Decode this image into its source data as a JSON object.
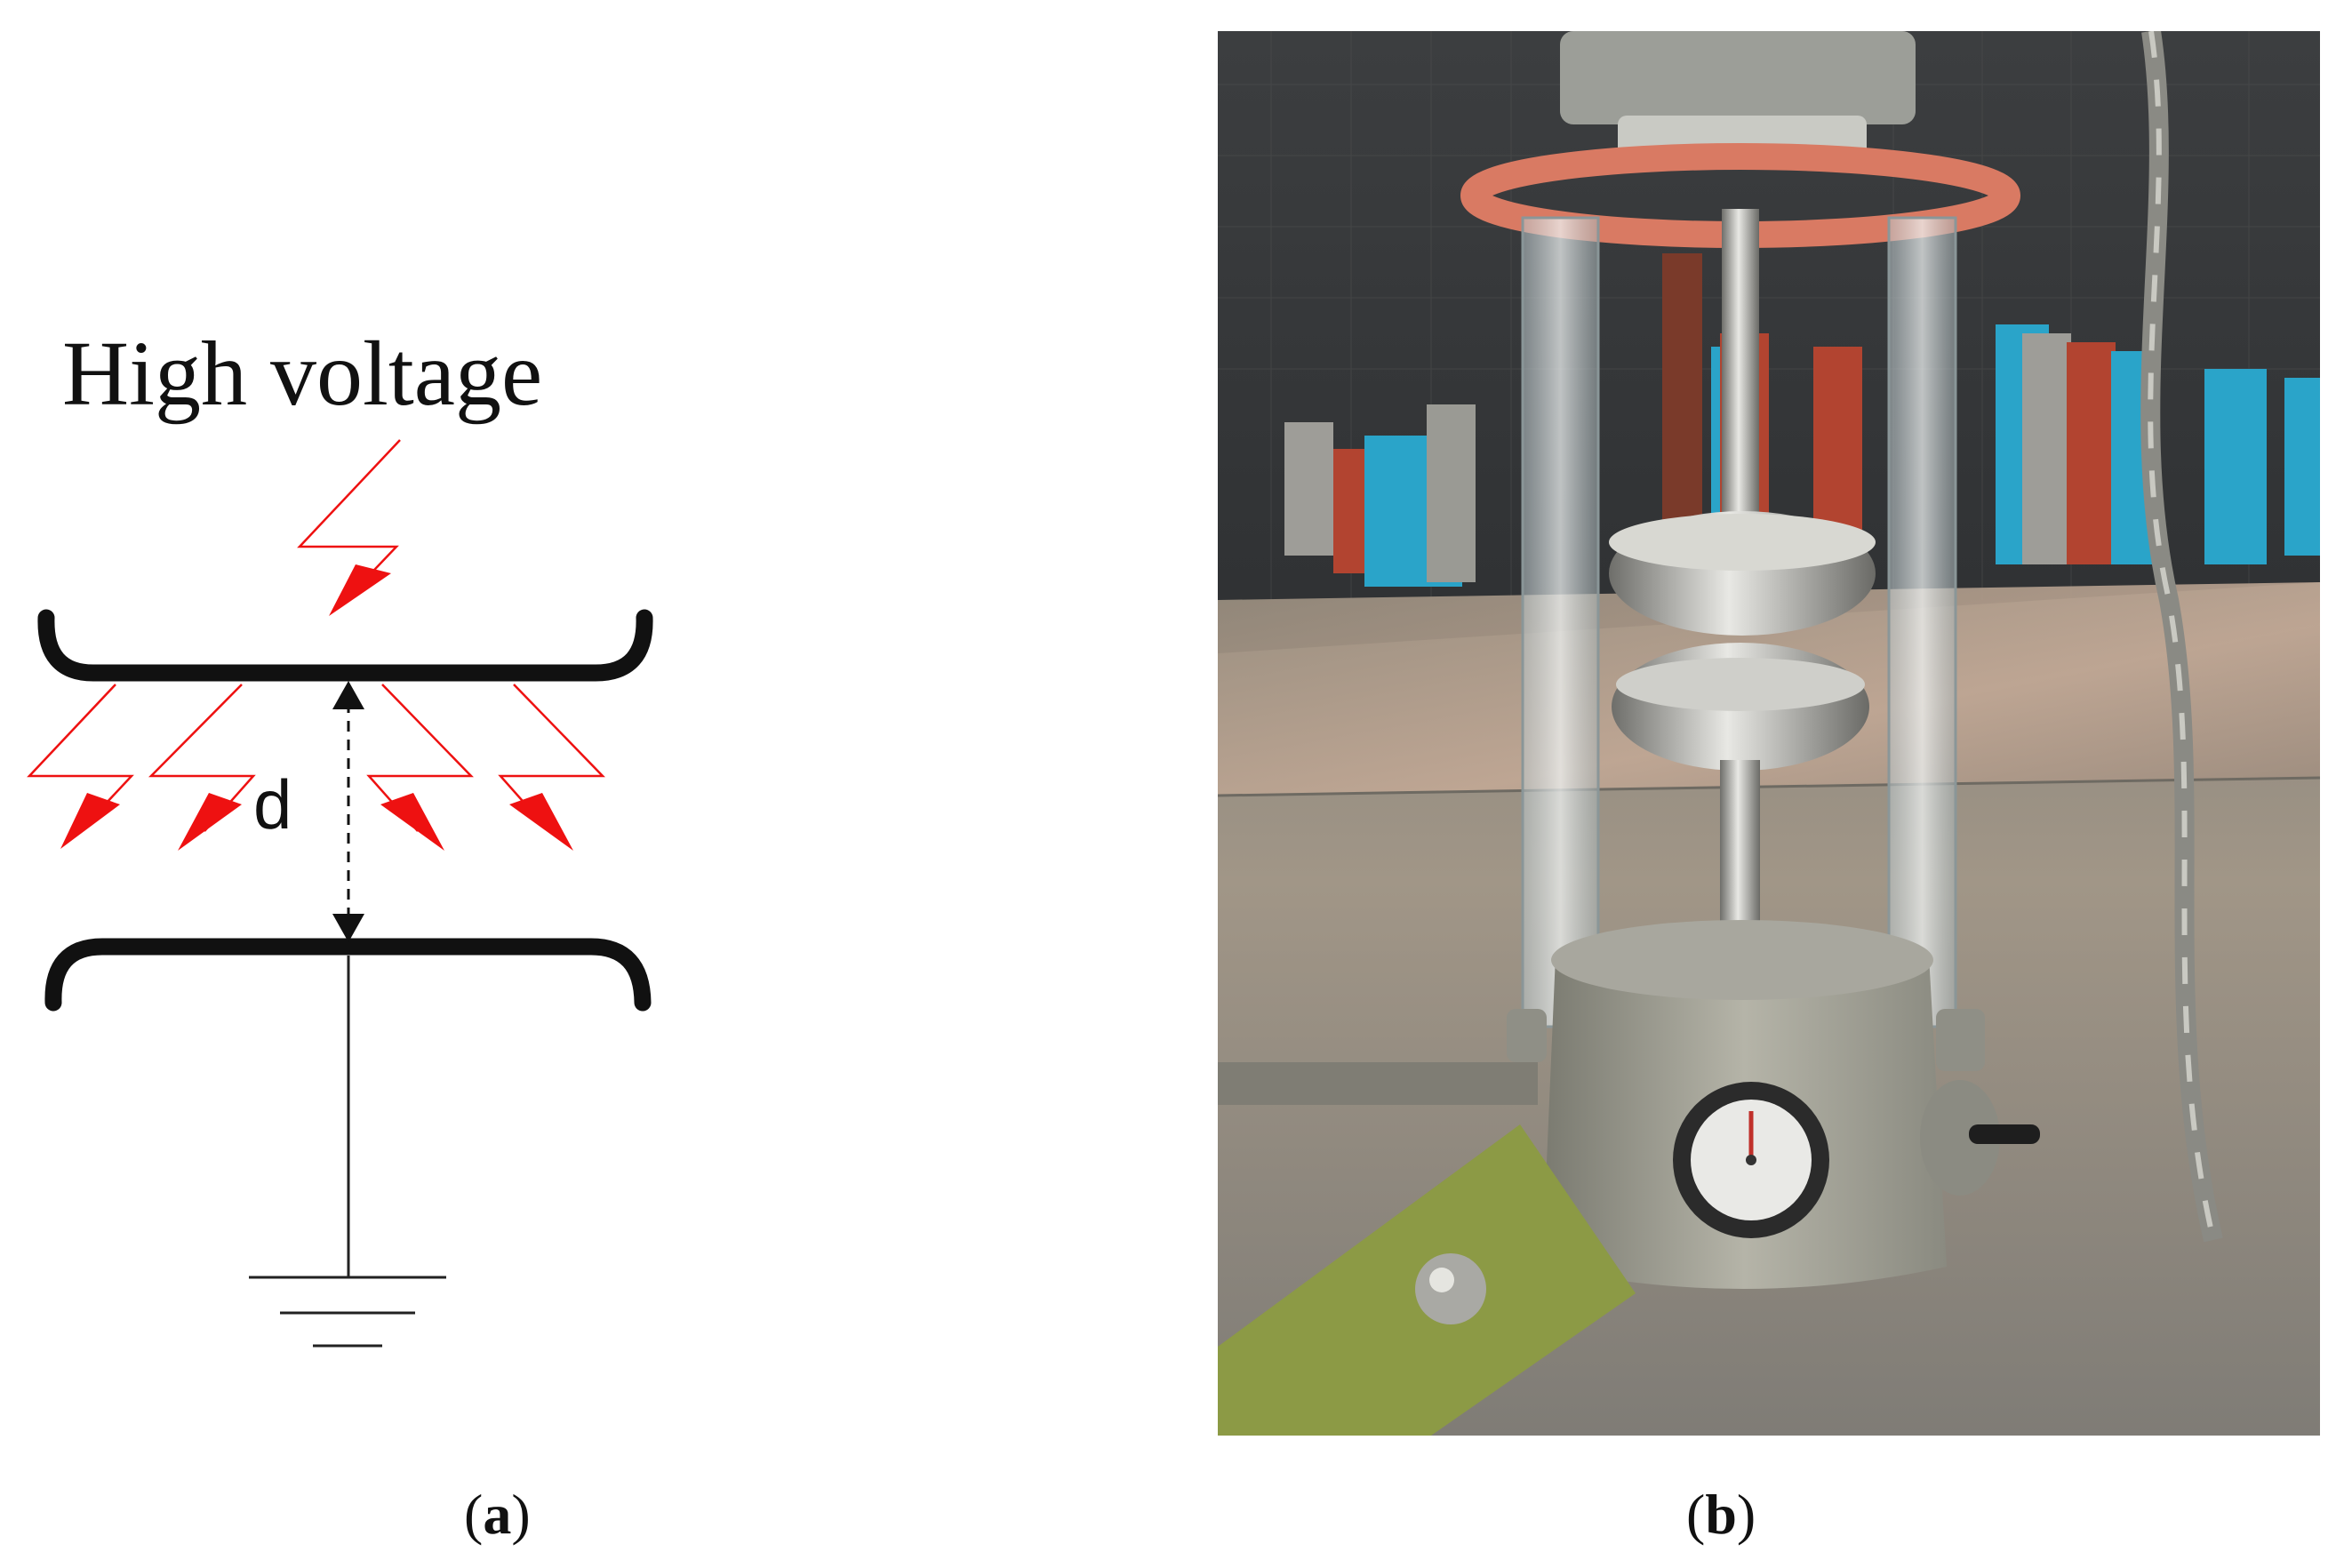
{
  "panel_a": {
    "title": "High voltage",
    "gap_label": "d",
    "colors": {
      "electrode": "#111111",
      "discharge": "#ee1111",
      "ground": "#222222"
    }
  },
  "panel_b": {
    "icons": [
      "photo-test-cell",
      "dial-gauge",
      "sphere-electrode-upper",
      "sphere-electrode-lower"
    ],
    "colors": {
      "ring": "#d97a63",
      "wall": "#2a2c2e",
      "floor": "#8f8d86",
      "handle": "#8c9a45",
      "cylinder_blue": "#2aa4c9",
      "cylinder_red": "#b24430"
    }
  },
  "captions": {
    "a_open": "(",
    "a_letter": "a",
    "a_close": ")",
    "b_open": "(",
    "b_letter": "b",
    "b_close": ")"
  }
}
